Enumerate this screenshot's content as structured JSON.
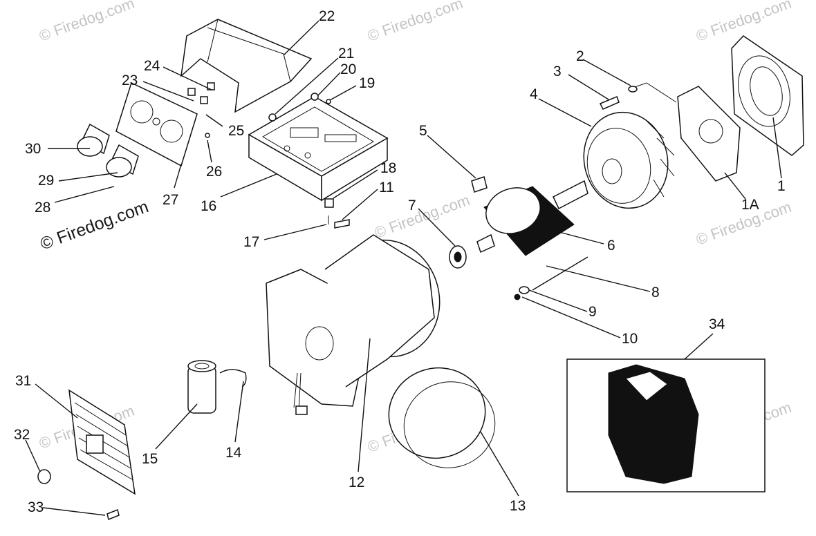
{
  "watermark": {
    "text": "© Firedog.com",
    "text_b": "Firedog.com"
  },
  "callouts": [
    "22",
    "21",
    "20",
    "19",
    "24",
    "23",
    "25",
    "30",
    "29",
    "28",
    "27",
    "26",
    "16",
    "18",
    "11",
    "17",
    "2",
    "3",
    "4",
    "5",
    "7",
    "6",
    "1",
    "1A",
    "8",
    "9",
    "10",
    "34",
    "31",
    "32",
    "33",
    "15",
    "14",
    "12",
    "13"
  ]
}
